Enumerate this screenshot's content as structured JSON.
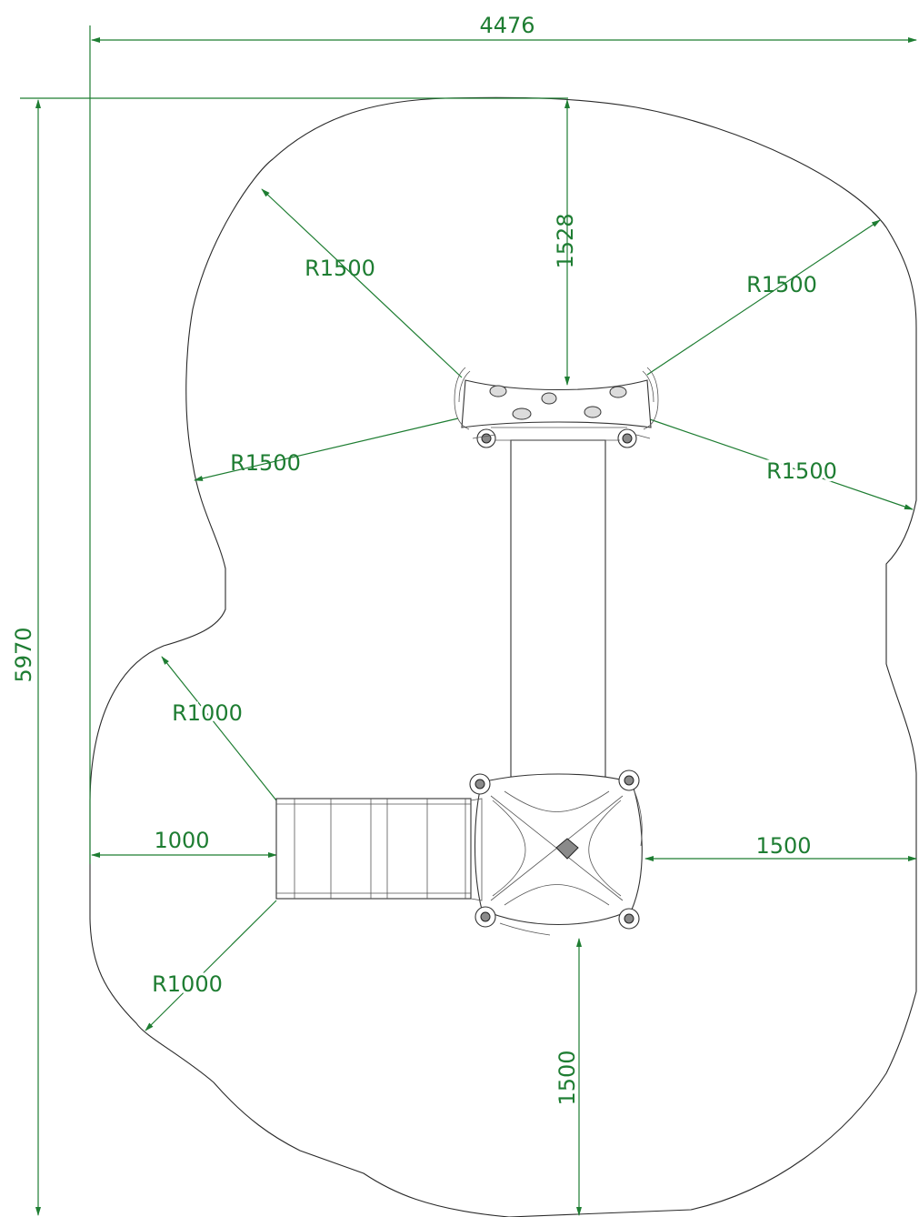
{
  "dimensions": {
    "overall_width": "4476",
    "overall_length": "5970",
    "top_clearance": "1528",
    "radius_top_left": "R1500",
    "radius_top_right": "R1500",
    "radius_mid_left": "R1500",
    "radius_mid_right": "R1500",
    "radius_lower_left_upper": "R1000",
    "radius_lower_left_lower": "R1000",
    "left_clearance": "1000",
    "right_clearance": "1500",
    "bottom_clearance": "1500"
  },
  "colors": {
    "dimension": "#1e7d32",
    "outline": "#2a2a2a"
  }
}
